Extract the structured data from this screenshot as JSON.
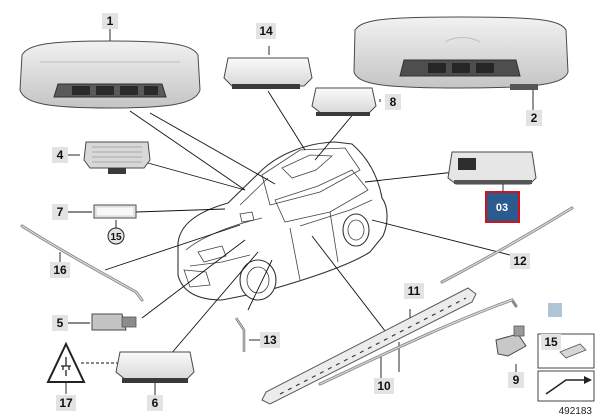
{
  "diagram_number": "492183",
  "highlight_label": "03",
  "callouts": [
    "1",
    "2",
    "4",
    "5",
    "6",
    "7",
    "8",
    "9",
    "10",
    "11",
    "12",
    "13",
    "14",
    "15",
    "15",
    "16",
    "17"
  ],
  "colors": {
    "label_bg": "#e3e3e3",
    "highlight_fill": "#2a5a8e",
    "highlight_border": "#d0121b",
    "icon_box_fill": "#b0c4d8",
    "part_light": "#f0f0f0",
    "part_mid": "#cfcfcf",
    "part_dark": "#3c3c3c"
  }
}
